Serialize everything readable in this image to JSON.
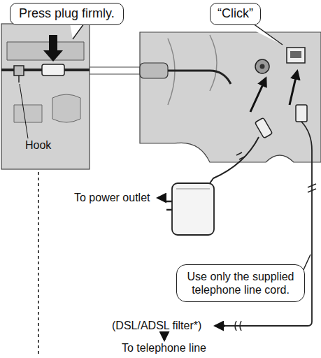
{
  "diagram": {
    "nodes": [
      {
        "text": [
          "Press plug firmly."
        ]
      },
      {
        "text": [
          "“Click”"
        ]
      },
      {
        "text": [
          "Use only the supplied telephone line cord."
        ]
      }
    ],
    "labels": [
      "Hook",
      "To power outlet",
      "(DSL/ADSL filter*)",
      "To telephone line"
    ]
  }
}
